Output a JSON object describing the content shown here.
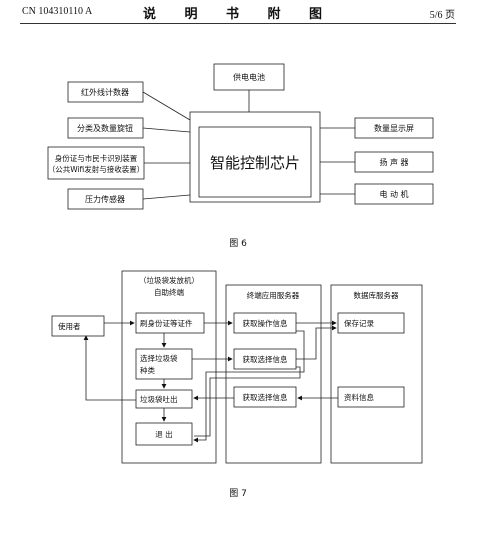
{
  "header": {
    "patent_number": "CN 104310110 A",
    "title": "说 明 书 附 图",
    "page": "5/6 页"
  },
  "figure6": {
    "caption": "图 6",
    "center_chip": "智能控制芯片",
    "top_module": "供电电池",
    "left_modules": [
      "红外线计数器",
      "分类及数量旋钮",
      "身份证与市民卡识别装置",
      "（公共Wifi发射与接收装置）",
      "压力传感器"
    ],
    "right_modules": [
      "数量显示屏",
      "扬 声 器",
      "电  动  机"
    ]
  },
  "figure7": {
    "caption": "图 7",
    "user": "使用者",
    "machine": {
      "title_line1": "（垃圾袋发放机）",
      "title_line2": "自助终端",
      "steps": [
        "刷身份证等证件",
        "选择垃圾袋",
        "种类",
        "垃圾袋吐出",
        "退  出"
      ]
    },
    "app_server": {
      "title": "终端应用服务器",
      "steps": [
        "获取操作信息",
        "获取选择信息",
        "获取选择信息"
      ]
    },
    "db_server": {
      "title": "数据库服务器",
      "steps": [
        "保存记录",
        "资料信息"
      ]
    }
  }
}
